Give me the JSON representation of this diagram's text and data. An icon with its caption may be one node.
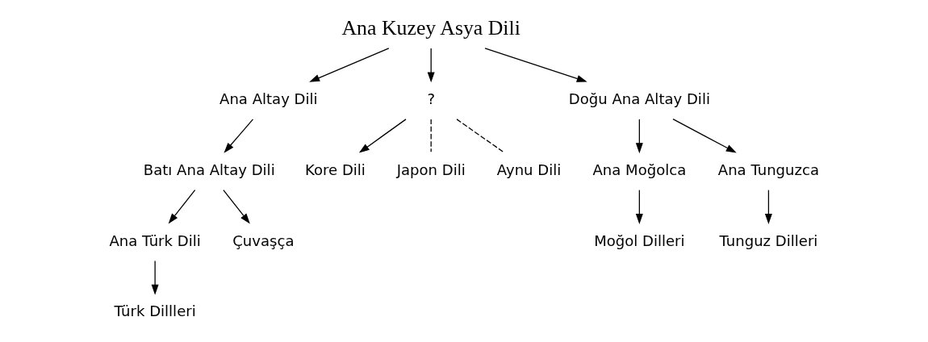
{
  "diagram": {
    "nodes": [
      {
        "text": [
          "Ana Kuzey Asya Dili"
        ]
      },
      {
        "text": [
          "Ana Altay Dili"
        ]
      },
      {
        "text": [
          "?"
        ]
      },
      {
        "text": [
          "Batı Ana Altay Dili"
        ]
      },
      {
        "text": [
          "Doğu Ana Altay Dili"
        ]
      },
      {
        "text": [
          "Ana Türk Dili"
        ]
      },
      {
        "text": [
          "Çuvaşça"
        ]
      },
      {
        "text": [
          "Ana Moğolca"
        ]
      },
      {
        "text": [
          "Ana Tunguzca"
        ]
      },
      {
        "text": [
          "Türk Dillleri"
        ]
      },
      {
        "text": [
          "Moğol Dilleri"
        ]
      },
      {
        "text": [
          "Tunguz Dilleri"
        ]
      },
      {
        "text": [
          "Kore Dili"
        ]
      },
      {
        "text": [
          "Japon Dili"
        ]
      },
      {
        "text": [
          "Aynu Dili"
        ]
      }
    ],
    "edges": [
      {
        "from": 0,
        "to": 1,
        "arrow": "to"
      },
      {
        "from": 0,
        "to": 4,
        "arrow": "to"
      },
      {
        "from": 0,
        "to": 2,
        "arrow": "to"
      },
      {
        "from": 1,
        "to": 3,
        "arrow": "to"
      },
      {
        "from": 3,
        "to": 5,
        "arrow": "to"
      },
      {
        "from": 3,
        "to": 6,
        "arrow": "to"
      },
      {
        "from": 4,
        "to": 7,
        "arrow": "to"
      },
      {
        "from": 4,
        "to": 8,
        "arrow": "to"
      },
      {
        "from": 5,
        "to": 9,
        "arrow": "to"
      },
      {
        "from": 7,
        "to": 10,
        "arrow": "to"
      },
      {
        "from": 8,
        "to": 11,
        "arrow": "to"
      },
      {
        "from": 2,
        "to": 12,
        "arrow": "to"
      },
      {
        "from": 2,
        "to": 13,
        "arrow": "none",
        "style": "dashed"
      },
      {
        "from": 2,
        "to": 14,
        "arrow": "none",
        "style": "dashed"
      }
    ]
  }
}
